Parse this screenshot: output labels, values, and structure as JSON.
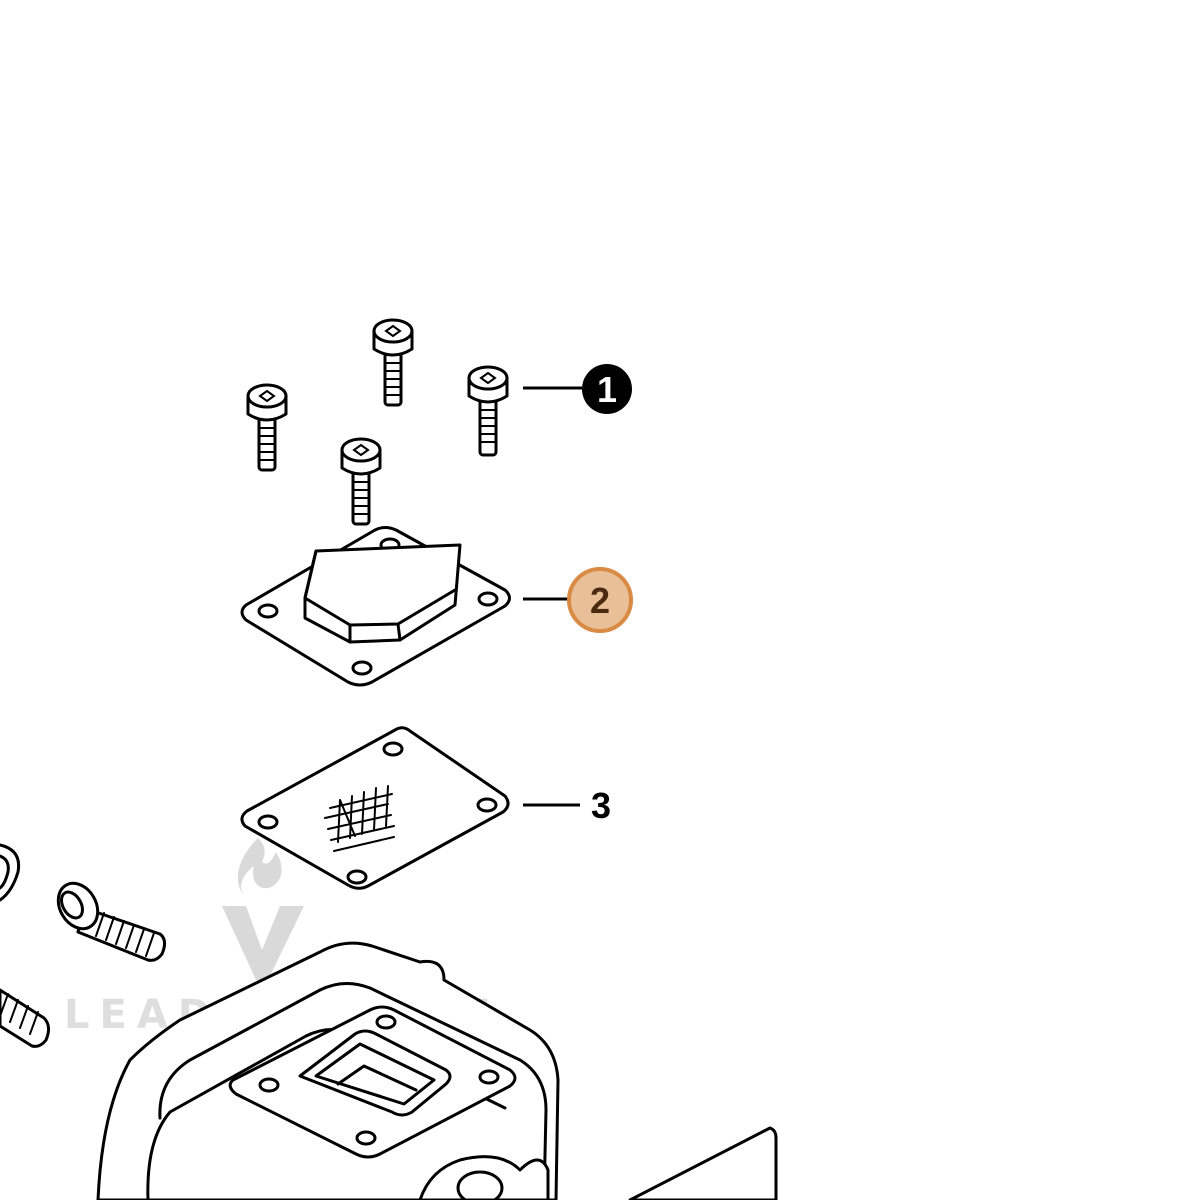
{
  "diagram": {
    "type": "exploded parts view",
    "callouts": [
      {
        "label": "1",
        "style": "filled-black-circle"
      },
      {
        "label": "2",
        "style": "highlighted-orange-circle"
      },
      {
        "label": "3",
        "style": "plain-text"
      }
    ],
    "watermark": {
      "text": "LEADVENTURE"
    },
    "colors": {
      "line": "#000000",
      "background": "#ffffff",
      "highlight_fill": "#e9bf98",
      "highlight_stroke": "#d98a45",
      "highlight_text": "#4a2a10",
      "watermark": "#d9d9d9"
    }
  }
}
